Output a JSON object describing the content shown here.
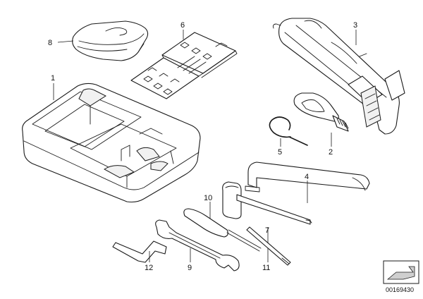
{
  "callouts": {
    "c1": "1",
    "c2": "2",
    "c3": "3",
    "c4": "4",
    "c5": "5",
    "c6": "6",
    "c7": "7",
    "c8": "8",
    "c9": "9",
    "c10": "10",
    "c11": "11",
    "c12": "12"
  },
  "document_number": "00169430",
  "colors": {
    "line": "#1a1a1a",
    "background": "#ffffff"
  }
}
